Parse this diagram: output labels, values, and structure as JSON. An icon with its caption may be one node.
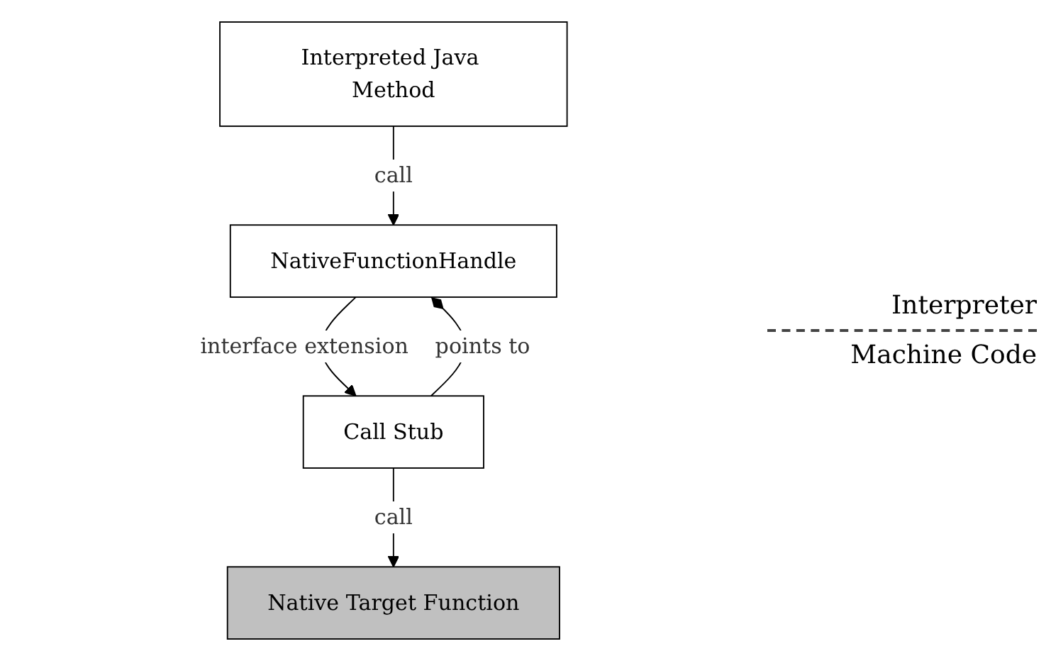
{
  "diagram": {
    "nodes": [
      {
        "text": [
          "Interpreted Java Method"
        ]
      },
      {
        "text": [
          "NativeFunctionHandle"
        ]
      },
      {
        "text": [
          "Call Stub"
        ]
      },
      {
        "text": [
          "Native Target Function"
        ]
      }
    ],
    "edges": [
      {
        "from": 0,
        "to": 1,
        "arrow": "to",
        "label": "call"
      },
      {
        "from": 1,
        "to": 2,
        "arrow": "to",
        "label": "interface extension"
      },
      {
        "from": 2,
        "to": 1,
        "arrow": "other",
        "label": "points to"
      },
      {
        "from": 2,
        "to": 3,
        "arrow": "to",
        "label": "call"
      }
    ],
    "labels": [
      "Interpreter",
      "Machine Code"
    ]
  }
}
